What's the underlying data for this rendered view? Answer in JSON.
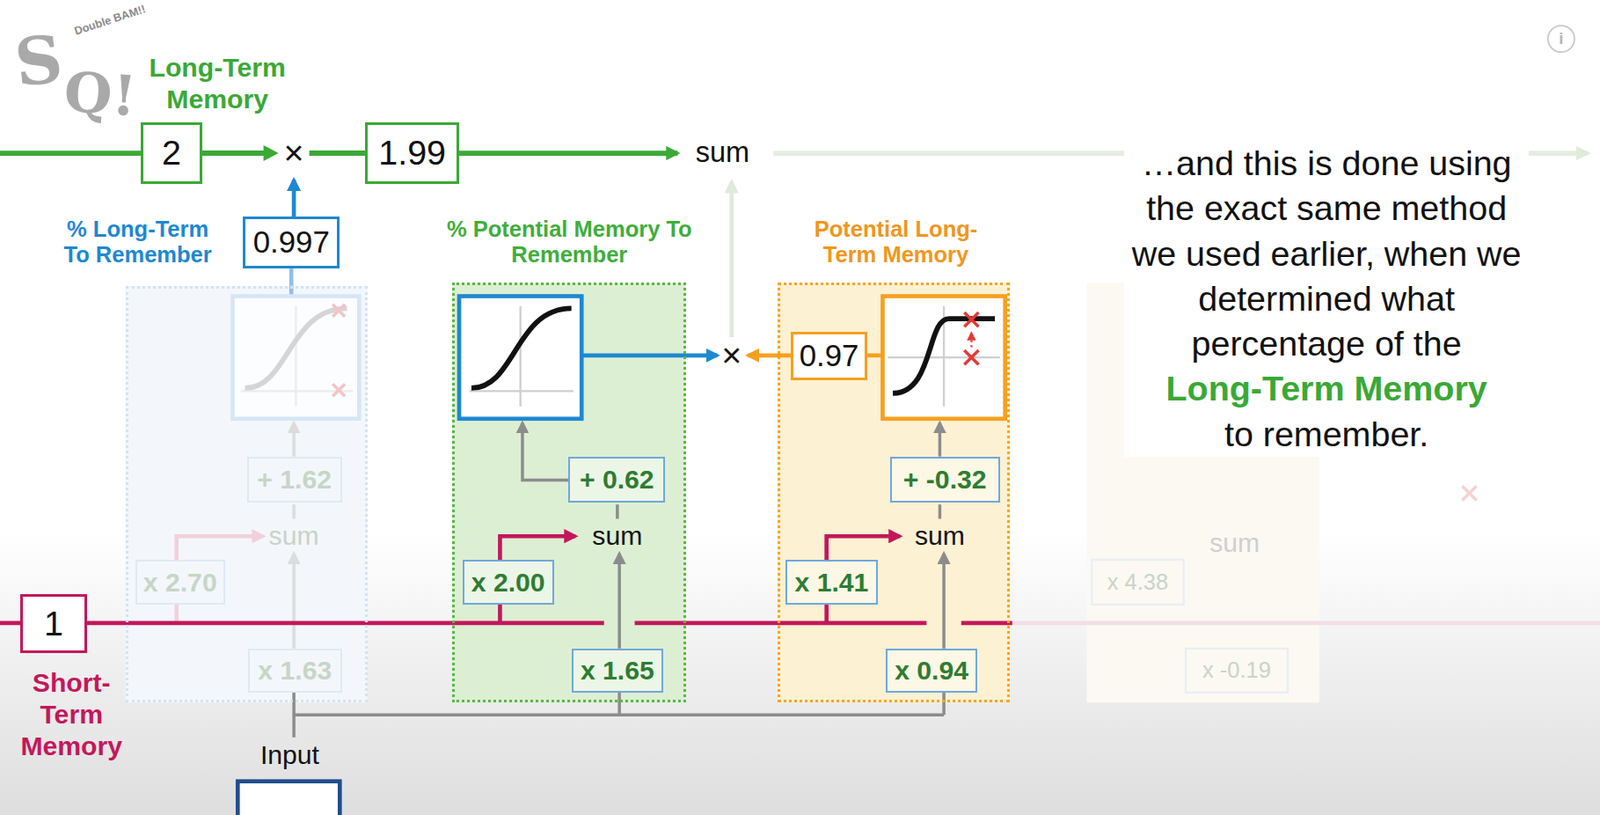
{
  "diagram": {
    "nodes": [
      {
        "text": [
          "2"
        ]
      },
      {
        "text": [
          "1.99"
        ]
      },
      {
        "text": [
          "0.997"
        ]
      },
      {
        "text": [
          "sum"
        ]
      },
      {
        "text": [
          "+ 1.62"
        ],
        "in": 3
      },
      {
        "text": [
          "x 2.70"
        ],
        "in": 3
      },
      {
        "text": [
          "x 1.63"
        ],
        "in": 3
      },
      {
        "text": [
          "% Potential Memory To Remember",
          "sum"
        ]
      },
      {
        "text": [
          "+ 0.62"
        ],
        "in": 7
      },
      {
        "text": [
          "x 2.00"
        ],
        "in": 7
      },
      {
        "text": [
          "x 1.65"
        ],
        "in": 7
      },
      {
        "text": [
          "Potential Long-Term Memory",
          "sum"
        ]
      },
      {
        "text": [
          "0.97"
        ],
        "in": 11
      },
      {
        "text": [
          "+ -0.32"
        ],
        "in": 11
      },
      {
        "text": [
          "x 1.41"
        ],
        "in": 11
      },
      {
        "text": [
          "x 0.94"
        ],
        "in": 11
      },
      {
        "text": [
          "1"
        ]
      }
    ],
    "edges": [
      {
        "from": 0,
        "to": 1,
        "arrow": "none"
      },
      {
        "from": 3,
        "to": 2,
        "arrow": "none"
      }
    ],
    "labels": [
      "S",
      "Q!",
      "Double BAM!!",
      "Long-Term Memory",
      "×",
      "sum",
      "% Long-Term To Remember",
      "×",
      "Short- Term Memory",
      "Input",
      "…and this is done using the exact same method we used earlier, when we determined what percentage of the",
      "Long-Term Memory",
      "to remember.",
      "sum",
      "x 4.38",
      "x -0.19",
      "i"
    ]
  }
}
